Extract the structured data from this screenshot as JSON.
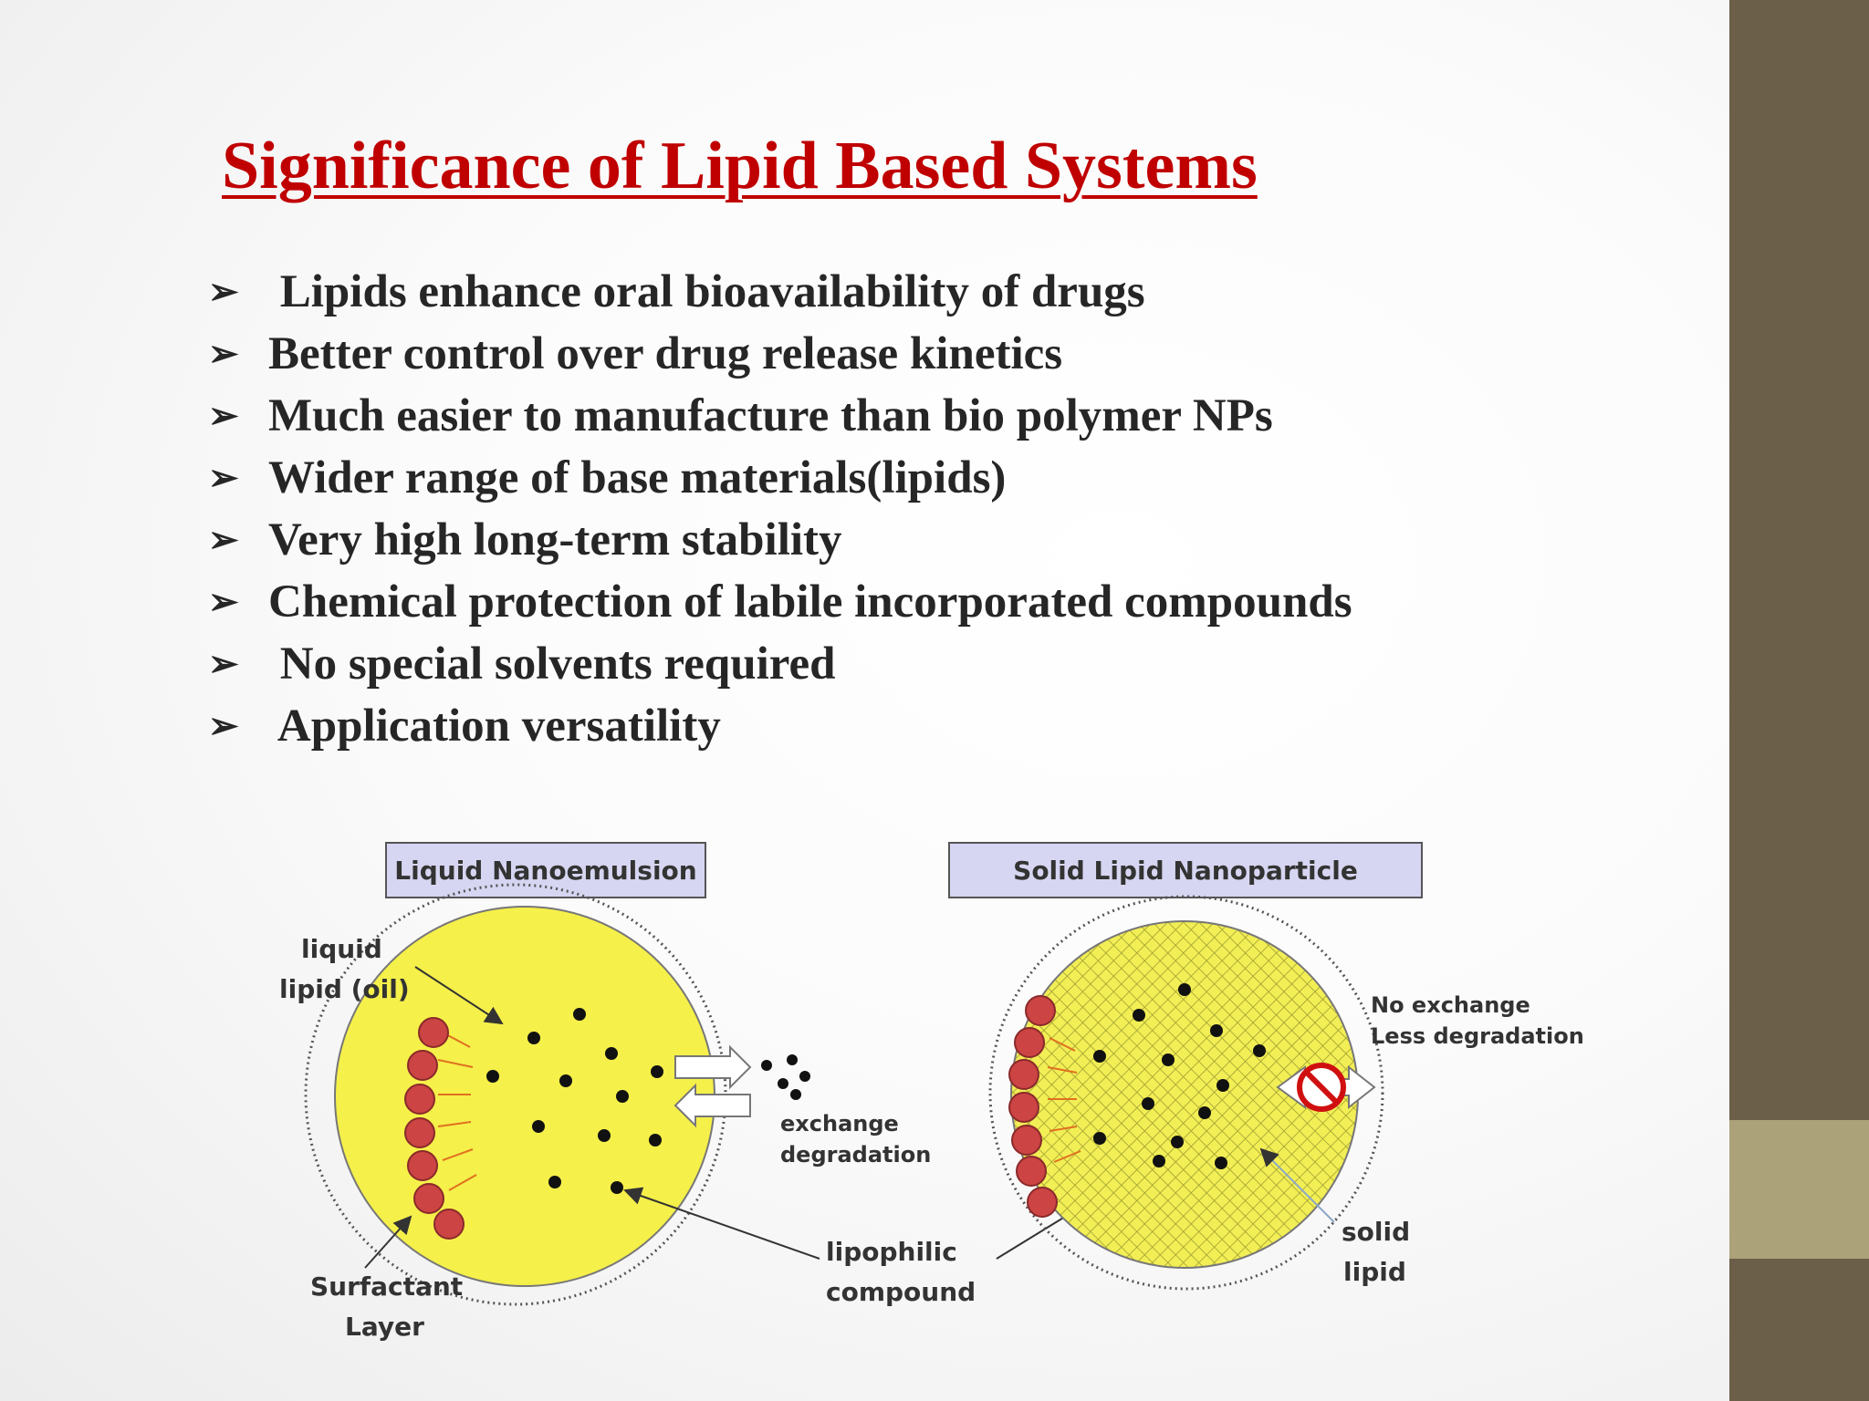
{
  "slide": {
    "title": "Significance of Lipid Based Systems",
    "bullet_icon": "arrowhead-bullet",
    "bullets": [
      " Lipids enhance oral bioavailability of drugs",
      "Better control over drug release kinetics",
      "Much easier to manufacture than bio polymer NPs",
      "Wider range of base materials(lipids)",
      "Very high long-term stability",
      "Chemical protection of labile incorporated compounds",
      " No special solvents required",
      " Application versatility"
    ]
  },
  "diagram": {
    "left_title": "Liquid Nanoemulsion",
    "right_title": "Solid Lipid Nanoparticle",
    "liquid_lipid_1": "liquid",
    "liquid_lipid_2": "lipid (oil)",
    "surfactant_1": "Surfactant",
    "surfactant_2": "Layer",
    "exchange_1": "exchange",
    "exchange_2": "degradation",
    "lipophilic_1": "lipophilic",
    "lipophilic_2": "compound",
    "noexchange_1": "No exchange",
    "noexchange_2": "Less degradation",
    "solid_1": "solid",
    "solid_2": "lipid",
    "colors": {
      "title_red": "#c00000",
      "sidebar": "#6b5f4a",
      "sidebar_accent": "#aba27a",
      "lipid_yellow": "#f5f04a",
      "surfactant_red": "#cc4444",
      "label_box": "#d6d6f2"
    }
  }
}
